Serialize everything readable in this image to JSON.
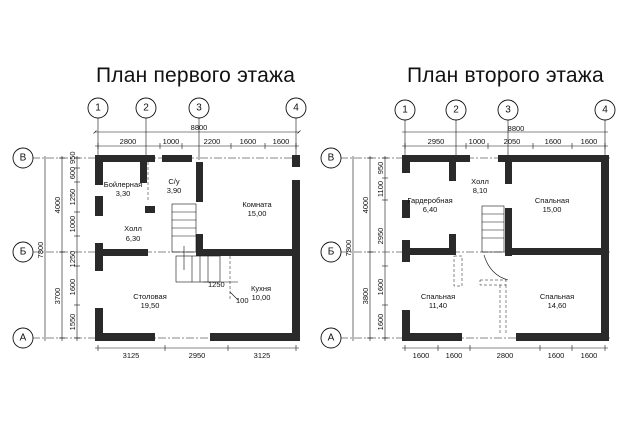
{
  "plans": [
    {
      "title": "План первого этажа",
      "axes_num": [
        "1",
        "2",
        "3",
        "4"
      ],
      "axes_let": [
        "В",
        "Б",
        "А"
      ],
      "top_total": "8800",
      "top_dims": [
        "2800",
        "1000",
        "2200",
        "1600",
        "1600"
      ],
      "bottom_dims": [
        "3125",
        "2950",
        "3125"
      ],
      "left_total": "7800",
      "left_sub": [
        "4000",
        "3700"
      ],
      "left_small": [
        "600",
        "950",
        "1250",
        "1000",
        "1250",
        "1600",
        "1550"
      ],
      "rooms": [
        {
          "name": "Бойлерная",
          "area": "3,30"
        },
        {
          "name": "С/у",
          "area": "3,90"
        },
        {
          "name": "Комната",
          "area": "15,00"
        },
        {
          "name": "Холл",
          "area": "6,30"
        },
        {
          "name": "Кухня",
          "area": "10,00"
        },
        {
          "name": "Столовая",
          "area": "19,50"
        }
      ],
      "extra": [
        "1250",
        "100"
      ]
    },
    {
      "title": "План второго этажа",
      "axes_num": [
        "1",
        "2",
        "3",
        "4"
      ],
      "axes_let": [
        "В",
        "Б",
        "А"
      ],
      "top_total": "8800",
      "top_dims": [
        "2950",
        "1000",
        "2050",
        "1600",
        "1600"
      ],
      "bottom_dims": [
        "1600",
        "1600",
        "2800",
        "1600",
        "1600"
      ],
      "left_total": "7800",
      "left_sub": [
        "4000",
        "3800"
      ],
      "left_small": [
        "950",
        "1100",
        "2950",
        "1600",
        "1600"
      ],
      "rooms": [
        {
          "name": "Гардеробная",
          "area": "6,40"
        },
        {
          "name": "Холл",
          "area": "8,10"
        },
        {
          "name": "Спальная",
          "area": "15,00"
        },
        {
          "name": "Спальная",
          "area": "11,40"
        },
        {
          "name": "Спальная",
          "area": "14,60"
        }
      ]
    }
  ]
}
